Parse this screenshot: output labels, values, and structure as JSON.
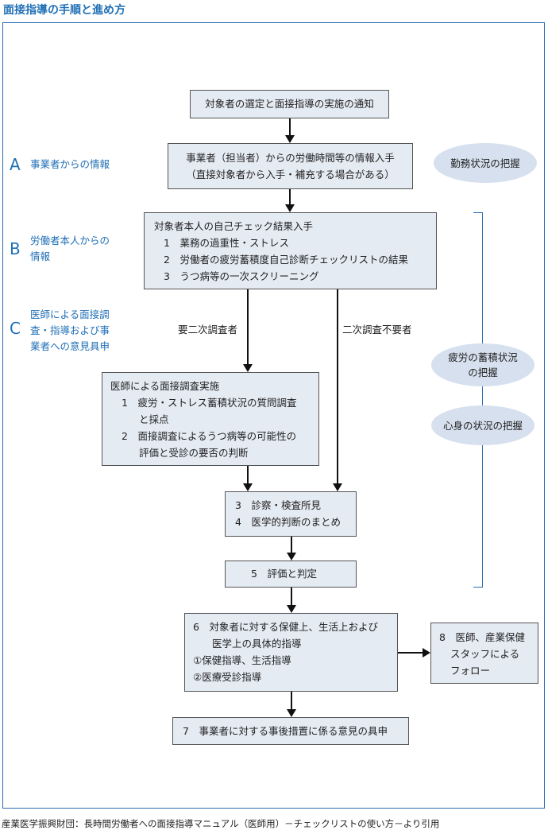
{
  "title": "面接指導の手順と進め方",
  "steps": {
    "notice": "対象者の選定と面接指導の実施の通知",
    "employer_info": [
      "事業者（担当者）からの労働時間等の情報入手",
      "（直接対象者から入手・補充する場合がある）"
    ],
    "self_check": {
      "heading": "対象者本人の自己チェック結果入手",
      "items": [
        "1　業務の過重性・ストレス",
        "2　労働者の疲労蓄積度自己診断チェックリストの結果",
        "3　うつ病等の一次スクリーニング"
      ]
    },
    "interview": {
      "heading": "医師による面接調査実施",
      "items": [
        "1　疲労・ストレス蓄積状況の質問調査",
        "と採点",
        "2　面接調査によるうつ病等の可能性の",
        "評価と受診の要否の判断"
      ]
    },
    "exam": [
      "3　診察・検査所見",
      "4　医学的判断のまとめ"
    ],
    "evaluation": "5　評価と判定",
    "guidance": {
      "lines": [
        "6　対象者に対する保健上、生活上および",
        "医学上の具体的指導",
        "①保健指導、生活指導",
        "②医療受診指導"
      ]
    },
    "followup": [
      "8　医師、産業保健",
      "スタッフによる",
      "フォロー"
    ],
    "opinion": "7　事業者に対する事後措置に係る意見の具申"
  },
  "branches": {
    "needed": "要二次調査者",
    "not_needed": "二次調査不要者"
  },
  "side": {
    "a_letter": "A",
    "a_label": "事業者からの情報",
    "b_letter": "B",
    "b_label": [
      "労働者本人からの",
      "情報"
    ],
    "c_letter": "C",
    "c_label": [
      "医師による面接調",
      "査・指導および事",
      "業者への意見具申"
    ]
  },
  "ellipses": {
    "work": "勤務状況の把握",
    "fatigue": [
      "疲労の蓄積状況",
      "の把握"
    ],
    "mind": "心身の状況の把握"
  },
  "source": "産業医学振興財団：長時間労働者への面接指導マニュアル（医師用）－チェックリストの使い方－より引用",
  "colors": {
    "accent": "#1f6fb5",
    "box_fill": "#e5ebf3",
    "ellipse_fill": "#d6e0ee"
  }
}
